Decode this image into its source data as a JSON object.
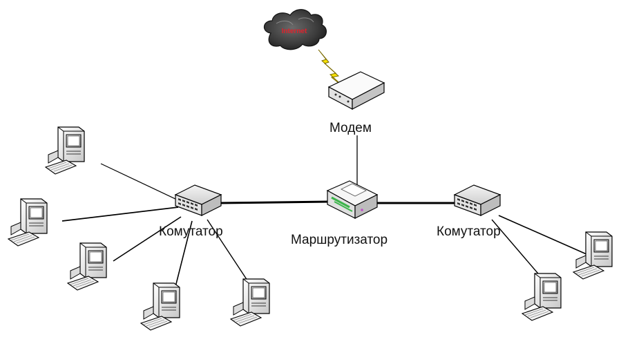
{
  "diagram": {
    "cloud_label": "Internet",
    "modem_label": "Модем",
    "router_label": "Маршрутизатор",
    "switch_left_label": "Комутатор",
    "switch_right_label": "Комутатор"
  },
  "colors": {
    "cloud_text": "#e0202a",
    "lightning": "#f7e200",
    "router_accent": "#3cb44a",
    "router_accent_2": "#c050c8",
    "link": "#000000"
  },
  "icons": {
    "cloud": "cloud-icon",
    "lightning": "lightning-icon",
    "modem": "modem-icon",
    "router": "router-icon",
    "switch": "switch-icon",
    "computer": "computer-icon"
  }
}
